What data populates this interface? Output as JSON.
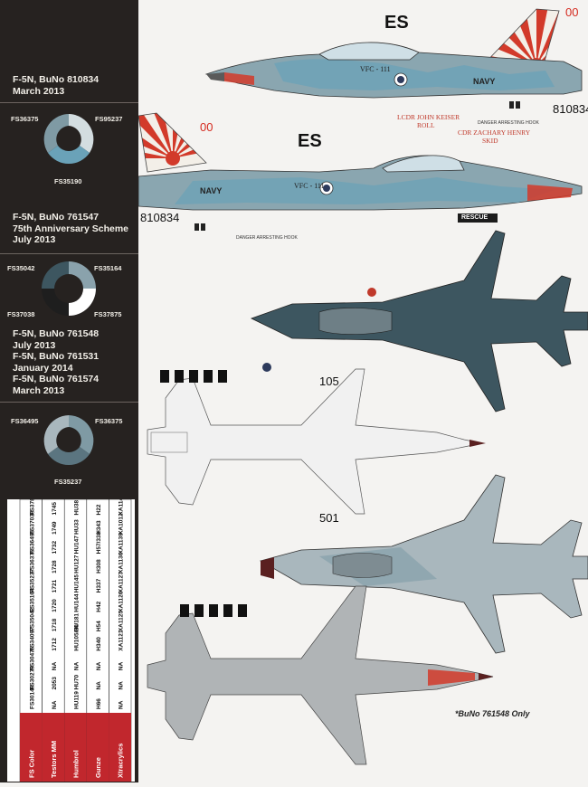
{
  "captions": {
    "c1": [
      "F-5N, BuNo 810834",
      "March 2013"
    ],
    "c2": [
      "F-5N, BuNo 761547",
      "75th Anniversary Scheme",
      "July 2013"
    ],
    "c3": [
      "F-5N, BuNo 761548",
      "July 2013",
      "F-5N, BuNo 761531",
      "January 2014",
      "F-5N, BuNo 761574",
      "March 2013"
    ]
  },
  "swatches": {
    "s1": {
      "left": "FS36375",
      "right": "FS95237",
      "bottom": "FS35190"
    },
    "s2": {
      "tl": "FS35042",
      "tr": "FS35164",
      "bl": "FS37038",
      "br": "FS37875"
    },
    "s3": {
      "left": "FS36495",
      "right": "FS36375",
      "bottom": "FS35237"
    }
  },
  "table": {
    "headers": [
      "FS Color",
      "Testors MM",
      "Humbrol",
      "Gunze",
      "Xtracrylics"
    ],
    "rows": [
      [
        "FS30140",
        "NA",
        "HU119",
        "H66",
        "NA"
      ],
      [
        "FS30279",
        "2053",
        "HU70",
        "NA",
        "NA"
      ],
      [
        "FS30475",
        "NA",
        "NA",
        "NA",
        "NA"
      ],
      [
        "FS34097",
        "1712",
        "HU105/30",
        "H340",
        "XA1121"
      ],
      [
        "FS35042",
        "1718",
        "HU181",
        "H54",
        "XA1125"
      ],
      [
        "FS35164",
        "1720",
        "HU144",
        "H42",
        "XA1126"
      ],
      [
        "FS35237",
        "1721",
        "HU145",
        "H337",
        "XA1127"
      ],
      [
        "FS36375",
        "1728",
        "HU127",
        "H308",
        "XA1136"
      ],
      [
        "FS36495",
        "1732",
        "HU147",
        "H57/338",
        "XA1139"
      ],
      [
        "FS37038",
        "1749",
        "HU33",
        "H343",
        "XA1012"
      ],
      [
        "FS37875",
        "1745",
        "HU38",
        "H22",
        "XA1141"
      ]
    ]
  },
  "profile1": {
    "codes": "ES",
    "modex": "00",
    "unit": "VFC - 111",
    "navy": "NAVY",
    "buno": "810834",
    "danger": "DANGER ARRESTING HOOK"
  },
  "profile2": {
    "codes": "ES",
    "modex": "00",
    "unit": "VFC - 111",
    "navy": "NAVY",
    "buno": "810834",
    "pilot1": "LCDR JOHN KEISER",
    "pilot1b": "ROLL",
    "pilot2": "CDR ZACHARY HENRY",
    "pilot2b": "SKID",
    "danger": "DANGER ARRESTING HOOK",
    "rescue": "RESCUE"
  },
  "plan": {
    "n105": "105",
    "n501": "501",
    "footnote": "*BuNo 761548 Only"
  },
  "colors": {
    "fs36375": "#7f9aa4",
    "fs95237": "#d3dde0",
    "fs35190": "#6aa2b8",
    "fs35042": "#3d5660",
    "fs35164": "#8aa2ac",
    "fs37038": "#1e1e1e",
    "fs37875": "#ffffff",
    "fs36495": "#a9b7bd",
    "fs35237": "#5b7580",
    "rising_sun": "#d23a2a",
    "modex_red": "#d42a1f"
  }
}
